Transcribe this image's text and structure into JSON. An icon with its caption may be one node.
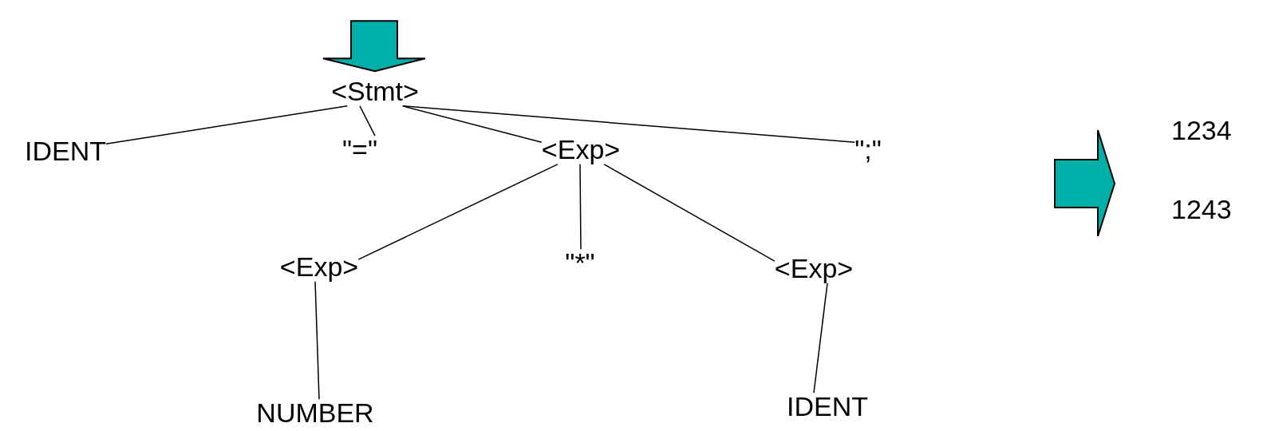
{
  "diagram": {
    "nodes": [
      {
        "text": [
          "<Stmt>"
        ]
      },
      {
        "text": [
          "IDENT"
        ]
      },
      {
        "text": [
          "\"=\""
        ]
      },
      {
        "text": [
          "<Exp>"
        ]
      },
      {
        "text": [
          "\";\""
        ]
      },
      {
        "text": [
          "<Exp>"
        ]
      },
      {
        "text": [
          "\"*\""
        ]
      },
      {
        "text": [
          "<Exp>"
        ]
      },
      {
        "text": [
          "NUMBER"
        ]
      },
      {
        "text": [
          "IDENT"
        ]
      }
    ],
    "edges": [
      {
        "from": null,
        "to": 0,
        "arrow": "to",
        "style": "thick",
        "color": "#00b0a8"
      },
      {
        "from": 0,
        "to": 1,
        "arrow": "none"
      },
      {
        "from": 0,
        "to": 2,
        "arrow": "none"
      },
      {
        "from": 0,
        "to": 3,
        "arrow": "none"
      },
      {
        "from": 0,
        "to": 4,
        "arrow": "none"
      },
      {
        "from": 3,
        "to": 5,
        "arrow": "none"
      },
      {
        "from": 3,
        "to": 6,
        "arrow": "none"
      },
      {
        "from": 3,
        "to": 7,
        "arrow": "none"
      },
      {
        "from": 5,
        "to": 8,
        "arrow": "none"
      },
      {
        "from": 7,
        "to": 9,
        "arrow": "none"
      }
    ],
    "labels": [
      "1234",
      "1243"
    ]
  }
}
